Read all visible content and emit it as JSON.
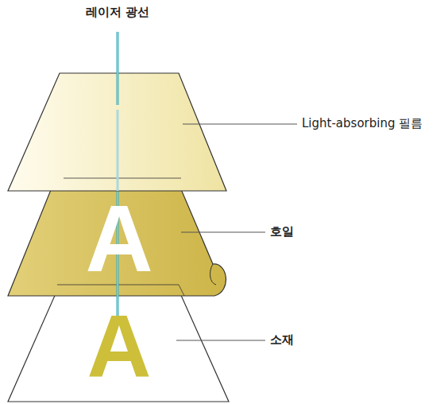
{
  "diagram": {
    "labels": [
      "레이저 광선",
      "Light-absorbing 필름",
      "호일",
      "소재",
      "A",
      "A"
    ]
  }
}
